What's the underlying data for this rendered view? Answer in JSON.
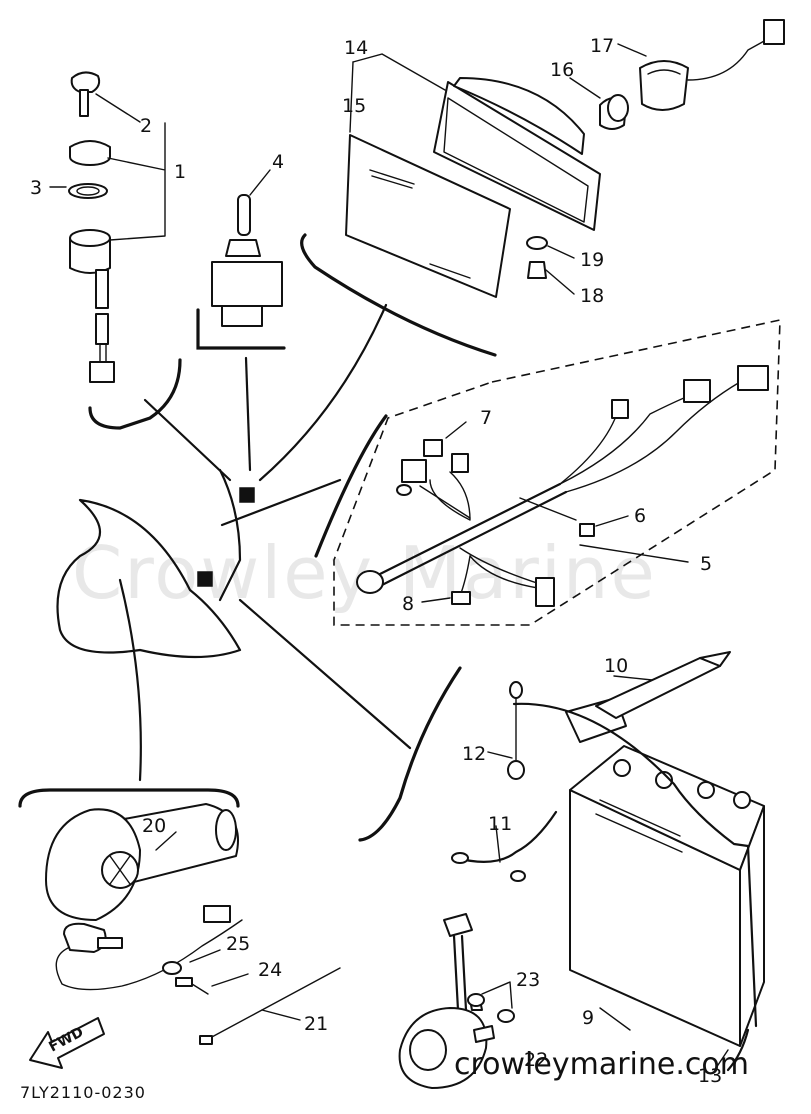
{
  "diagram": {
    "callouts": [
      {
        "id": "1",
        "label": "1"
      },
      {
        "id": "2",
        "label": "2"
      },
      {
        "id": "3",
        "label": "3"
      },
      {
        "id": "4",
        "label": "4"
      },
      {
        "id": "5",
        "label": "5"
      },
      {
        "id": "6",
        "label": "6"
      },
      {
        "id": "7",
        "label": "7"
      },
      {
        "id": "8",
        "label": "8"
      },
      {
        "id": "9",
        "label": "9"
      },
      {
        "id": "10",
        "label": "10"
      },
      {
        "id": "11",
        "label": "11"
      },
      {
        "id": "12",
        "label": "12"
      },
      {
        "id": "13",
        "label": "13"
      },
      {
        "id": "14",
        "label": "14"
      },
      {
        "id": "15",
        "label": "15"
      },
      {
        "id": "16",
        "label": "16"
      },
      {
        "id": "17",
        "label": "17"
      },
      {
        "id": "18",
        "label": "18"
      },
      {
        "id": "19",
        "label": "19"
      },
      {
        "id": "20",
        "label": "20"
      },
      {
        "id": "21",
        "label": "21"
      },
      {
        "id": "22",
        "label": "22"
      },
      {
        "id": "23",
        "label": "23"
      },
      {
        "id": "24",
        "label": "24"
      },
      {
        "id": "25",
        "label": "25"
      }
    ],
    "direction_label": "FWD",
    "part_code": "7LY2110-0230",
    "watermark": "Crowley Marine",
    "website": "crowleymarine.com"
  }
}
